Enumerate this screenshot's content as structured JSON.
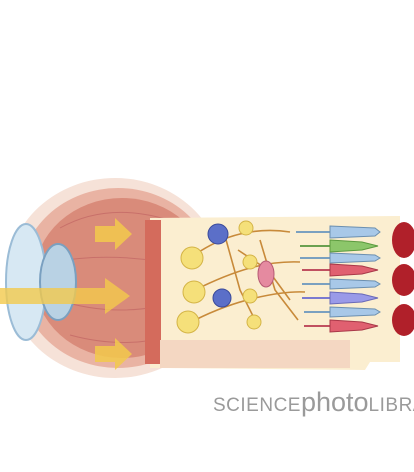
{
  "watermark": {
    "part1": "SCIENCE",
    "part2": "photo",
    "part3": "LIBRA"
  },
  "colors": {
    "background": "#ffffff",
    "eye_outer": "#f3d6c8",
    "eye_inner": "#e6a696",
    "lens": "#9fc3dc",
    "arrow": "#f2c94c",
    "retina_panel": "#fbeed0",
    "cell_yellow": "#f5e07a",
    "cell_blue": "#5b6fc8",
    "cell_pink": "#e58aa0",
    "rod": "#a8c8e8",
    "cone_green": "#8cc66a",
    "cone_red": "#e06070",
    "epithelium": "#b0202a"
  },
  "icons": [
    "eye-cross-section-icon",
    "light-ray-arrow-icon",
    "ganglion-cell-icon",
    "bipolar-cell-icon",
    "photoreceptor-icon",
    "pigment-epithelium-icon"
  ]
}
